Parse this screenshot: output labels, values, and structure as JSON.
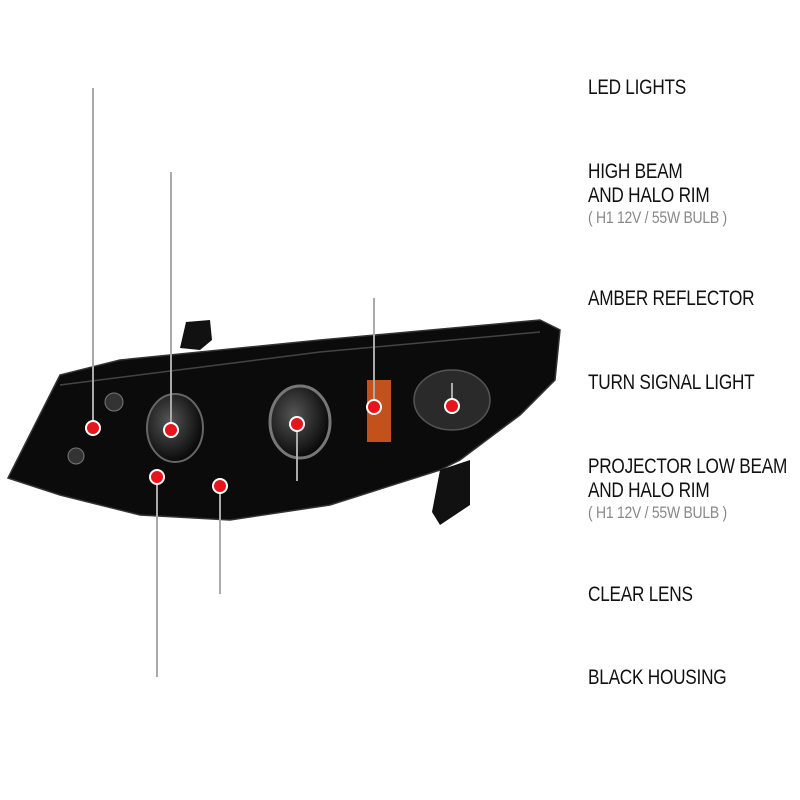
{
  "callouts": [
    {
      "label": "LED LIGHTS"
    },
    {
      "label": "HIGH BEAM",
      "label2": "AND HALO RIM",
      "sub": "( H1  12V / 55W  BULB )"
    },
    {
      "label": "AMBER REFLECTOR"
    },
    {
      "label": "TURN SIGNAL LIGHT"
    },
    {
      "label": "PROJECTOR LOW BEAM",
      "label2": "AND HALO RIM",
      "sub": "( H1  12V / 55W  BULB )"
    },
    {
      "label": "CLEAR LENS"
    },
    {
      "label": "BLACK HOUSING"
    }
  ],
  "colors": {
    "line": "#999999",
    "accent": "#c0272d",
    "dot": "#e8141b",
    "housing": "#0a0a0a",
    "amber": "#c4501c"
  }
}
